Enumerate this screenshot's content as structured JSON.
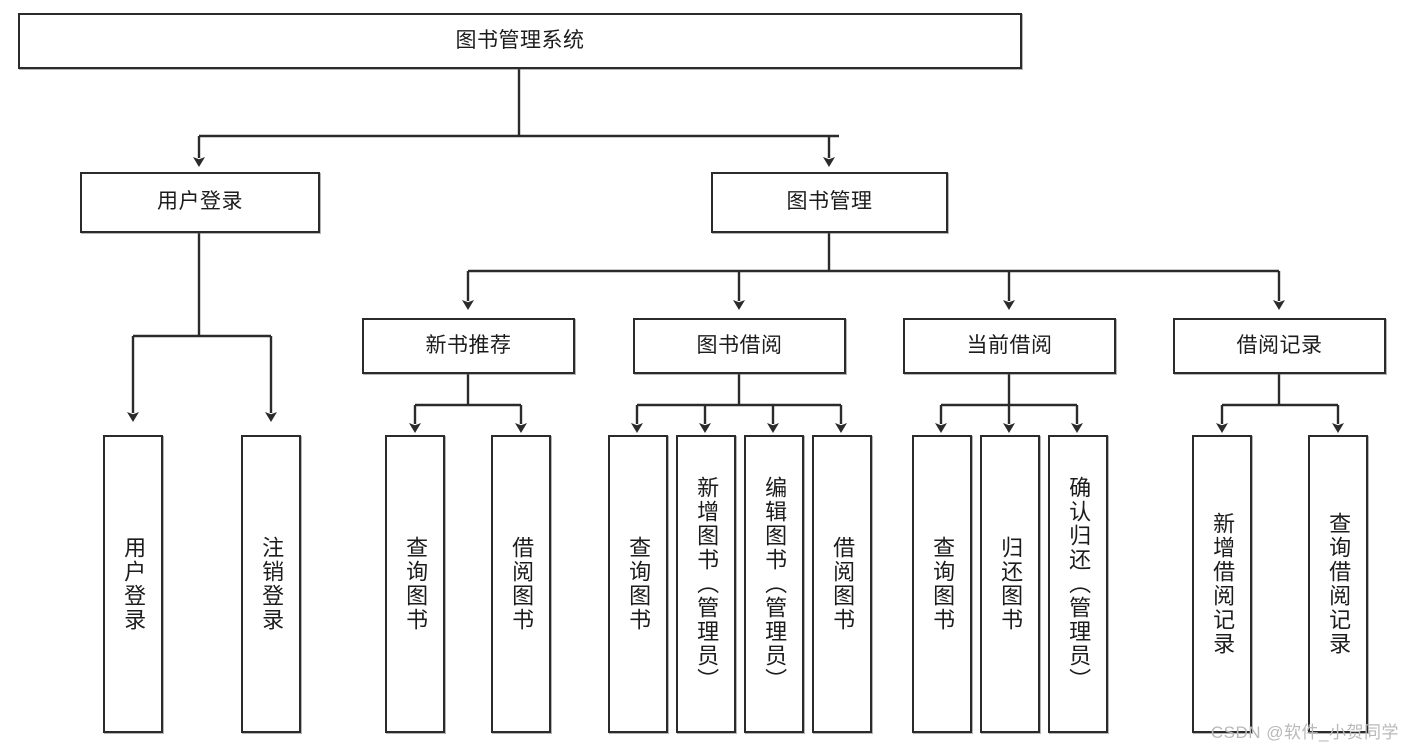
{
  "diagram": {
    "title": "图书管理系统",
    "watermark": "CSDN @软件_小贺同学",
    "colors": {
      "box_border": "#2b2b2b",
      "box_fill": "#ffffff",
      "connector": "#2b2b2b",
      "watermark": "#b9b9b9",
      "background": "#ffffff"
    },
    "root": {
      "label": "图书管理系统"
    },
    "level2": [
      {
        "label": "用户登录"
      },
      {
        "label": "图书管理"
      }
    ],
    "level3": [
      {
        "label": "新书推荐"
      },
      {
        "label": "图书借阅"
      },
      {
        "label": "当前借阅"
      },
      {
        "label": "借阅记录"
      }
    ],
    "leaves": {
      "user_login": [
        {
          "label": "用户登录"
        },
        {
          "label": "注销登录"
        }
      ],
      "new_book_recommend": [
        {
          "label": "查询图书"
        },
        {
          "label": "借阅图书"
        }
      ],
      "book_borrow": [
        {
          "label": "查询图书"
        },
        {
          "label": "新增图书（管理员）"
        },
        {
          "label": "编辑图书（管理员）"
        },
        {
          "label": "借阅图书"
        }
      ],
      "current_borrow": [
        {
          "label": "查询图书"
        },
        {
          "label": "归还图书"
        },
        {
          "label": "确认归还（管理员）"
        }
      ],
      "borrow_record": [
        {
          "label": "新增借阅记录"
        },
        {
          "label": "查询借阅记录"
        }
      ]
    }
  }
}
